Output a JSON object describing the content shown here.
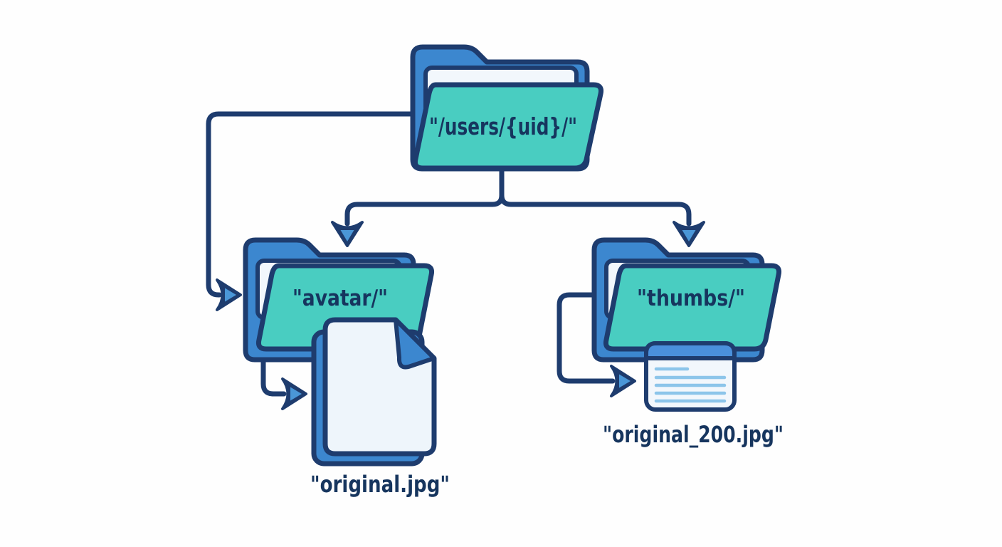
{
  "diagram_type": "storage-path-tree",
  "colors": {
    "navy": "#1e3c6e",
    "navyText": "#16355e",
    "blue": "#3c87cf",
    "blueLight": "#4a97d8",
    "teal": "#49cdc1",
    "paper": "#f2f7fc",
    "docBody": "#eef5fb",
    "cardHeader": "#4a90dc",
    "cardLine": "#8cc5ea",
    "background": "#fefefe"
  },
  "nodes": {
    "root_folder": {
      "type": "folder",
      "label": "\"/users/{uid}/\""
    },
    "avatar_folder": {
      "type": "folder",
      "label": "\"avatar/\""
    },
    "thumbs_folder": {
      "type": "folder",
      "label": "\"thumbs/\""
    },
    "original_file": {
      "type": "file",
      "label": "\"original.jpg\""
    },
    "thumb_file": {
      "type": "thumbnail",
      "label": "\"original_200.jpg\""
    }
  },
  "edges": [
    {
      "from": "root_folder",
      "to": "avatar_folder",
      "route": "left-side-arrow"
    },
    {
      "from": "root_folder",
      "to": "avatar_folder",
      "route": "branch-down-arrow"
    },
    {
      "from": "root_folder",
      "to": "thumbs_folder",
      "route": "branch-down-arrow"
    },
    {
      "from": "avatar_folder",
      "to": "original_file",
      "route": "down-right-arrow"
    },
    {
      "from": "thumbs_folder",
      "to": "thumb_file",
      "route": "down-right-arrow"
    }
  ]
}
